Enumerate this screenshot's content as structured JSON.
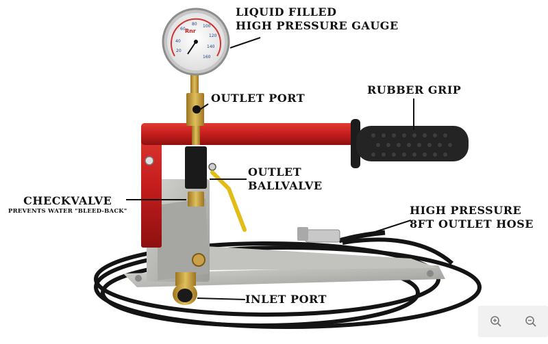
{
  "callouts": {
    "gauge": {
      "line1": "LIQUID FILLED",
      "line2": "HIGH PRESSURE GAUGE"
    },
    "outlet_port": "OUTLET PORT",
    "rubber_grip": "RUBBER GRIP",
    "ballvalve": {
      "line1": "OUTLET",
      "line2": "BALLVALVE"
    },
    "checkvalve": {
      "line1": "CHECKVALVE",
      "sub": "PREVENTS WATER \"BLEED-BACK\""
    },
    "hose": {
      "line1": "HIGH PRESSURE",
      "line2": "8FT OUTLET HOSE"
    },
    "inlet_port": "INLET PORT"
  },
  "gauge_face": {
    "brand": "Rnr",
    "numbers": [
      "20",
      "40",
      "60",
      "80",
      "100",
      "120",
      "140",
      "160"
    ]
  },
  "zoom": {
    "in_icon": "zoom-in-icon",
    "out_icon": "zoom-out-icon"
  },
  "colors": {
    "handle_red": "#c81f1f",
    "brass": "#c9a23a",
    "aluminum": "#b9b9b6",
    "valve_yellow": "#e6c11a"
  }
}
